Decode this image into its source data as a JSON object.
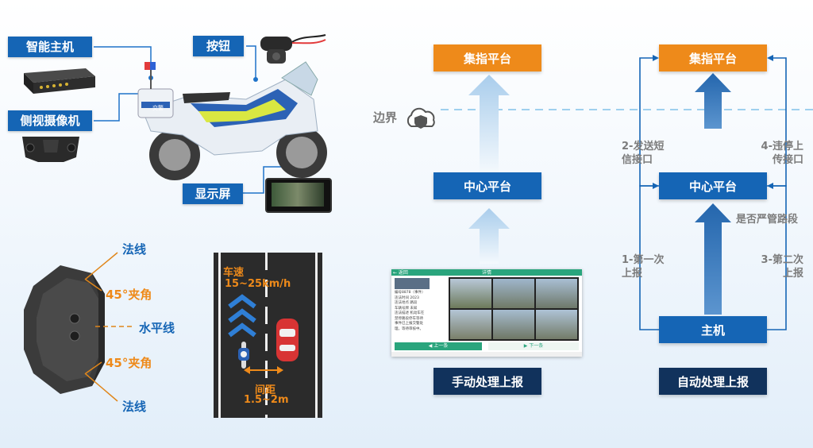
{
  "device": {
    "host_label": "智能主机",
    "side_camera_label": "侧视摄像机",
    "button_label": "按钮",
    "display_label": "显示屏",
    "bike_text": "交警"
  },
  "angles": {
    "normal_top": "法线",
    "angle_top": "45°夹角",
    "horizontal": "水平线",
    "angle_bottom": "45°夹角",
    "normal_bottom": "法线"
  },
  "road": {
    "speed_label": "车速",
    "speed_value": "15~25km/h",
    "gap_label": "间距",
    "gap_value": "1.5~2m"
  },
  "manual": {
    "top_box": "集指平台",
    "boundary_label": "边界",
    "center_box": "中心平台",
    "caption": "手动处理上报",
    "screen": {
      "back": "← 返回",
      "header": "详情",
      "tab_left": "◀ 上一条",
      "tab_right": "▶ 下一条",
      "info_lines": [
        "编号8878（事件）",
        "违法时间 2023",
        "违法地点 路段",
        "车辆号牌 未知",
        "违法描述 机动车在",
        "禁停路段停车等待",
        "事件已上报交警处",
        "理，等待审核中。"
      ]
    }
  },
  "auto": {
    "top_box": "集指平台",
    "center_box": "中心平台",
    "host_box": "主机",
    "caption": "自动处理上报",
    "step1": [
      "1-第一次",
      "上报"
    ],
    "step2": [
      "2-发送短",
      "信接口"
    ],
    "step3": [
      "3-第二次",
      "上报"
    ],
    "step4": [
      "4-违停上",
      "传接口"
    ],
    "question": "是否严管路段"
  },
  "colors": {
    "brand_blue": "#1565b5",
    "orange": "#ee8a1a",
    "navy": "#11325c",
    "arrow_light": "#c7dff3"
  }
}
